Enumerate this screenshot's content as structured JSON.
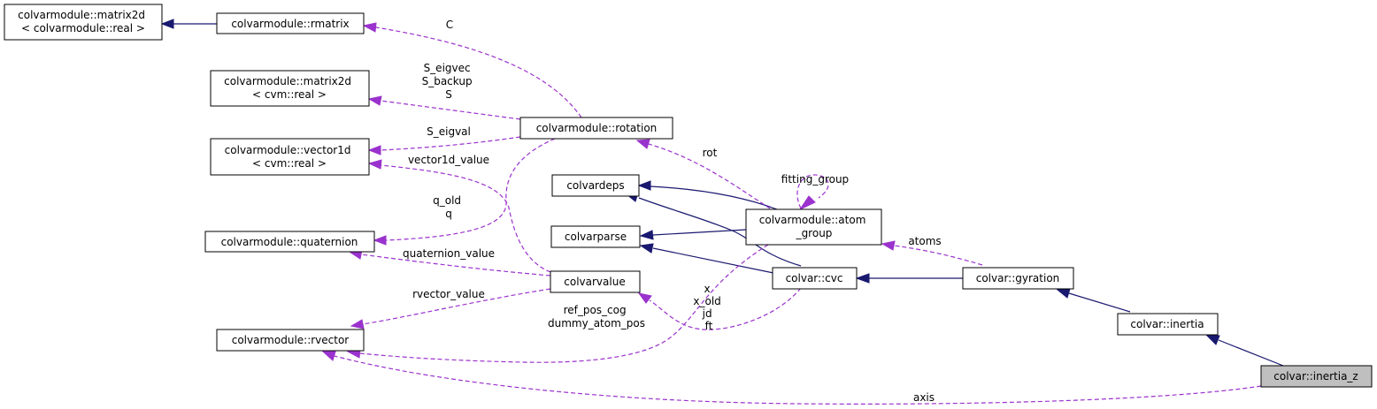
{
  "nodes": {
    "matrix2d_real": [
      "colvarmodule::matrix2d",
      "< colvarmodule::real >"
    ],
    "rmatrix": [
      "colvarmodule::rmatrix"
    ],
    "matrix2d_cvm": [
      "colvarmodule::matrix2d",
      "< cvm::real >"
    ],
    "vector1d_cvm": [
      "colvarmodule::vector1d",
      "< cvm::real >"
    ],
    "quaternion": [
      "colvarmodule::quaternion"
    ],
    "rvector": [
      "colvarmodule::rvector"
    ],
    "rotation": [
      "colvarmodule::rotation"
    ],
    "colvardeps": [
      "colvardeps"
    ],
    "colvarparse": [
      "colvarparse"
    ],
    "colvarvalue": [
      "colvarvalue"
    ],
    "atom_group": [
      "colvarmodule::atom",
      "_group"
    ],
    "cvc": [
      "colvar::cvc"
    ],
    "gyration": [
      "colvar::gyration"
    ],
    "inertia": [
      "colvar::inertia"
    ],
    "inertia_z": [
      "colvar::inertia_z"
    ]
  },
  "edge_labels": {
    "C": [
      "C"
    ],
    "S": [
      "S_eigvec",
      "S_backup",
      "S"
    ],
    "S_eigval": [
      "S_eigval"
    ],
    "vector1d_value": [
      "vector1d_value"
    ],
    "q": [
      "q_old",
      "q"
    ],
    "quaternion_value": [
      "quaternion_value"
    ],
    "rvector_value": [
      "rvector_value"
    ],
    "ref_pos": [
      "ref_pos_cog",
      "dummy_atom_pos"
    ],
    "rot": [
      "rot"
    ],
    "fitting_group": [
      "fitting_group"
    ],
    "atoms": [
      "atoms"
    ],
    "x": [
      "x",
      "x_old",
      "jd",
      "ft"
    ],
    "axis": [
      "axis"
    ]
  },
  "colors": {
    "inheritance": "#191970",
    "usage": "#9a32cd",
    "highlight_fill": "#bfbfbf"
  }
}
